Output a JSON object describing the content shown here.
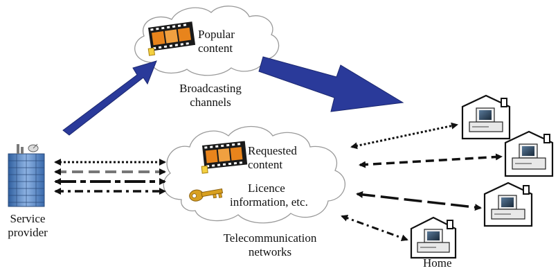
{
  "colors": {
    "arrow_blue": "#2a3a9a",
    "arrow_blue_dark": "#1c2870",
    "cloud_stroke": "#9a9a9a",
    "film_orange": "#e8841c",
    "key_gold": "#d8a020",
    "building_blue": "#4a7fc4"
  },
  "icons": {
    "film": "film-strip-icon",
    "key": "key-icon",
    "building": "office-building-icon",
    "home": "home-computer-icon"
  },
  "labels": {
    "popular_content_1": "Popular",
    "popular_content_2": "content",
    "broadcasting_1": "Broadcasting",
    "broadcasting_2": "channels",
    "requested_1": "Requested",
    "requested_2": "content",
    "licence_1": "Licence",
    "licence_2": "information, etc.",
    "telecom_1": "Telecommunication",
    "telecom_2": "networks",
    "service_1": "Service",
    "service_2": "provider",
    "home": "Home"
  }
}
